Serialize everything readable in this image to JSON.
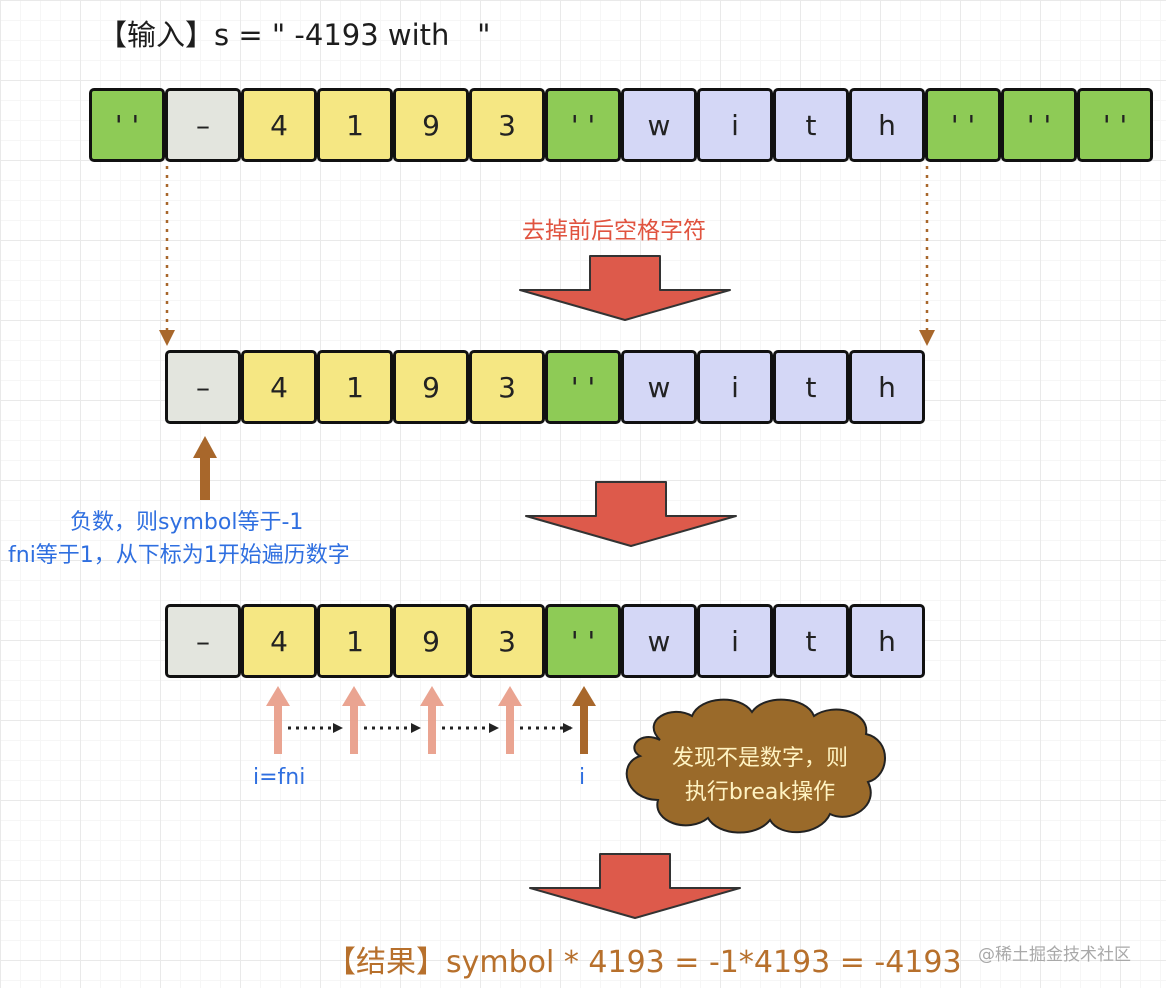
{
  "title": "【输入】s = \" -4193 with   \"",
  "rows": {
    "input": [
      {
        "text": "' '",
        "kind": "space"
      },
      {
        "text": "–",
        "kind": "sign"
      },
      {
        "text": "4",
        "kind": "digit"
      },
      {
        "text": "1",
        "kind": "digit"
      },
      {
        "text": "9",
        "kind": "digit"
      },
      {
        "text": "3",
        "kind": "digit"
      },
      {
        "text": "' '",
        "kind": "space"
      },
      {
        "text": "w",
        "kind": "alpha"
      },
      {
        "text": "i",
        "kind": "alpha"
      },
      {
        "text": "t",
        "kind": "alpha"
      },
      {
        "text": "h",
        "kind": "alpha"
      },
      {
        "text": "' '",
        "kind": "space"
      },
      {
        "text": "' '",
        "kind": "space"
      },
      {
        "text": "' '",
        "kind": "space"
      }
    ],
    "trimmed": [
      {
        "text": "–",
        "kind": "sign"
      },
      {
        "text": "4",
        "kind": "digit"
      },
      {
        "text": "1",
        "kind": "digit"
      },
      {
        "text": "9",
        "kind": "digit"
      },
      {
        "text": "3",
        "kind": "digit"
      },
      {
        "text": "' '",
        "kind": "space"
      },
      {
        "text": "w",
        "kind": "alpha"
      },
      {
        "text": "i",
        "kind": "alpha"
      },
      {
        "text": "t",
        "kind": "alpha"
      },
      {
        "text": "h",
        "kind": "alpha"
      }
    ],
    "scan": [
      {
        "text": "–",
        "kind": "sign"
      },
      {
        "text": "4",
        "kind": "digit"
      },
      {
        "text": "1",
        "kind": "digit"
      },
      {
        "text": "9",
        "kind": "digit"
      },
      {
        "text": "3",
        "kind": "digit"
      },
      {
        "text": "' '",
        "kind": "space"
      },
      {
        "text": "w",
        "kind": "alpha"
      },
      {
        "text": "i",
        "kind": "alpha"
      },
      {
        "text": "t",
        "kind": "alpha"
      },
      {
        "text": "h",
        "kind": "alpha"
      }
    ]
  },
  "labels": {
    "trim_step": "去掉前后空格字符",
    "negative_line1": "负数，则symbol等于-1",
    "negative_line2": "fni等于1，从下标为1开始遍历数字",
    "pointer_start": "i=fni",
    "pointer_end": "i",
    "break_line1": "发现不是数字，则",
    "break_line2": "执行break操作",
    "result": "【结果】symbol * 4193 = -1*4193 = -4193",
    "watermark": "@稀土掘金技术社区"
  },
  "colors": {
    "space": "#8ecb56",
    "sign": "#e3e5de",
    "digit": "#f5e783",
    "alpha": "#d4d7f6",
    "step_arrow": "#dd5a4b",
    "pointer_brown": "#a8672b",
    "pointer_faded": "#e9a08c",
    "label_red": "#e0533f",
    "label_blue": "#2f6fe0",
    "result_text": "#b7702c",
    "cloud_fill": "#9a6a2a",
    "cloud_text": "#fff3c2"
  }
}
